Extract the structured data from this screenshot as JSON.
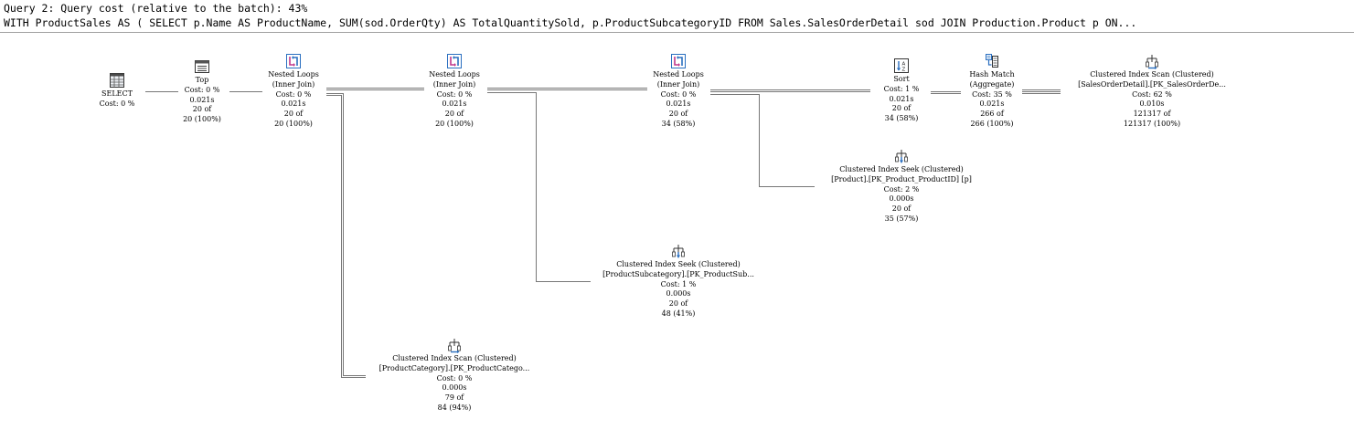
{
  "header": {
    "query_cost_line": "Query 2: Query cost (relative to the batch): 43%",
    "sql_text": "WITH ProductSales AS ( SELECT p.Name AS ProductName, SUM(sod.OrderQty) AS TotalQuantitySold, p.ProductSubcategoryID FROM Sales.SalesOrderDetail sod JOIN Production.Product p ON..."
  },
  "nodes": {
    "select": {
      "icon": "select-result-icon",
      "lines": [
        "SELECT",
        "Cost: 0 %"
      ]
    },
    "top": {
      "icon": "top-operator-icon",
      "lines": [
        "Top",
        "Cost: 0 %",
        "0.021s",
        "20 of",
        "20 (100%)"
      ]
    },
    "nested_loops_1": {
      "icon": "nested-loops-icon",
      "lines": [
        "Nested Loops",
        "(Inner Join)",
        "Cost: 0 %",
        "0.021s",
        "20 of",
        "20 (100%)"
      ]
    },
    "nested_loops_2": {
      "icon": "nested-loops-icon",
      "lines": [
        "Nested Loops",
        "(Inner Join)",
        "Cost: 0 %",
        "0.021s",
        "20 of",
        "20 (100%)"
      ]
    },
    "nested_loops_3": {
      "icon": "nested-loops-icon",
      "lines": [
        "Nested Loops",
        "(Inner Join)",
        "Cost: 0 %",
        "0.021s",
        "20 of",
        "34 (58%)"
      ]
    },
    "sort": {
      "icon": "sort-icon",
      "lines": [
        "Sort",
        "Cost: 1 %",
        "0.021s",
        "20 of",
        "34 (58%)"
      ]
    },
    "hash_match": {
      "icon": "hash-match-icon",
      "lines": [
        "Hash Match",
        "(Aggregate)",
        "Cost: 35 %",
        "0.021s",
        "266 of",
        "266 (100%)"
      ]
    },
    "ci_scan_salesorderdetail": {
      "icon": "clustered-index-scan-icon",
      "lines": [
        "Clustered Index Scan (Clustered)",
        "[SalesOrderDetail].[PK_SalesOrderDe...",
        "Cost: 62 %",
        "0.010s",
        "121317 of",
        "121317 (100%)"
      ]
    },
    "ci_seek_product": {
      "icon": "clustered-index-seek-icon",
      "lines": [
        "Clustered Index Seek (Clustered)",
        "[Product].[PK_Product_ProductID] [p]",
        "Cost: 2 %",
        "0.000s",
        "20 of",
        "35 (57%)"
      ]
    },
    "ci_seek_productsubcategory": {
      "icon": "clustered-index-seek-icon",
      "lines": [
        "Clustered Index Seek (Clustered)",
        "[ProductSubcategory].[PK_ProductSub...",
        "Cost: 1 %",
        "0.000s",
        "20 of",
        "48 (41%)"
      ]
    },
    "ci_scan_productcategory": {
      "icon": "clustered-index-scan-icon",
      "lines": [
        "Clustered Index Scan (Clustered)",
        "[ProductCategory].[PK_ProductCatego...",
        "Cost: 0 %",
        "0.000s",
        "79 of",
        "84 (94%)"
      ]
    }
  }
}
